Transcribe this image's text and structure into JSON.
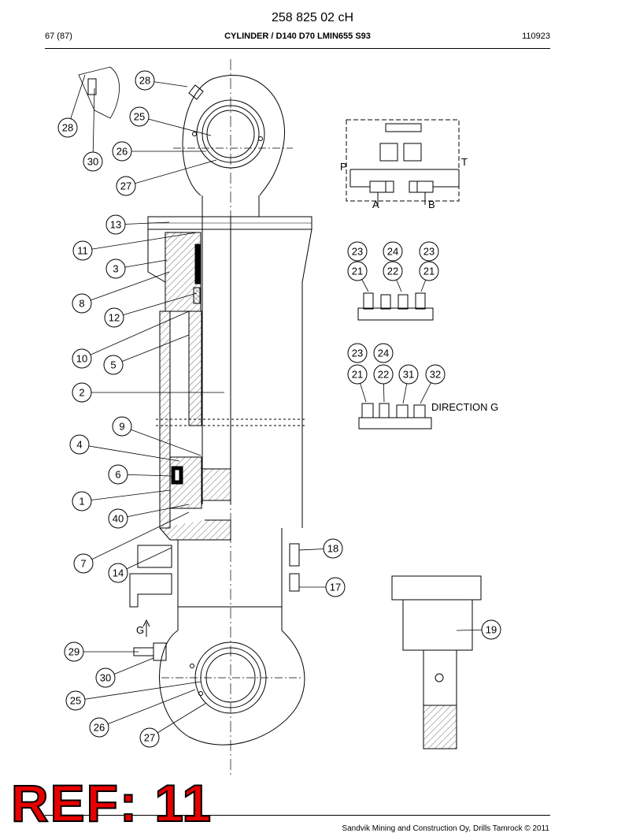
{
  "header": {
    "doc_number": "258 825 02 cH",
    "page": "67 (87)",
    "title": "CYLINDER / D140 D70 LMIN655 S93",
    "code": "110923"
  },
  "callouts": [
    "28",
    "25",
    "28",
    "26",
    "30",
    "27",
    "13",
    "11",
    "3",
    "8",
    "12",
    "10",
    "5",
    "2",
    "9",
    "4",
    "6",
    "1",
    "40",
    "7",
    "14",
    "18",
    "17",
    "29",
    "30",
    "25",
    "26",
    "27",
    "23",
    "24",
    "23",
    "21",
    "22",
    "21",
    "23",
    "24",
    "21",
    "22",
    "31",
    "32",
    "19"
  ],
  "labels": {
    "direction": "DIRECTION G",
    "g_arrow": "G",
    "schem_p": "P",
    "schem_t": "T",
    "schem_a": "A",
    "schem_b": "B"
  },
  "stamp": "REF: 11",
  "footer": "Sandvik Mining and Construction Oy, Drills Tamrock © 2011"
}
